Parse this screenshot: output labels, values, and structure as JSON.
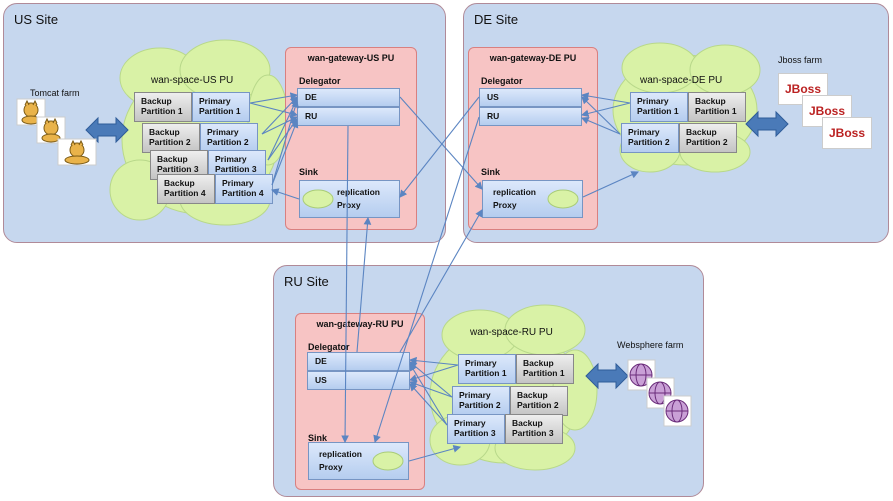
{
  "sites": {
    "us": {
      "title": "US Site",
      "farm_label": "Tomcat farm",
      "space_label": "wan-space-US PU",
      "gateway": {
        "title": "wan-gateway-US PU",
        "delegator_label": "Delegator",
        "delegator_slots": [
          "DE",
          "RU"
        ],
        "sink_label": "Sink",
        "sink_text": [
          "replication",
          "Proxy"
        ]
      },
      "partitions": [
        {
          "left": [
            "Backup",
            "Partition 1"
          ],
          "right": [
            "Primary",
            "Partition 1"
          ]
        },
        {
          "left": [
            "Backup",
            "Partition 2"
          ],
          "right": [
            "Primary",
            "Partition 2"
          ]
        },
        {
          "left": [
            "Backup",
            "Partition 3"
          ],
          "right": [
            "Primary",
            "Partition 3"
          ]
        },
        {
          "left": [
            "Backup",
            "Partition 4"
          ],
          "right": [
            "Primary",
            "Partition 4"
          ]
        }
      ]
    },
    "de": {
      "title": "DE Site",
      "farm_label": "Jboss farm",
      "space_label": "wan-space-DE PU",
      "gateway": {
        "title": "wan-gateway-DE PU",
        "delegator_label": "Delegator",
        "delegator_slots": [
          "US",
          "RU"
        ],
        "sink_label": "Sink",
        "sink_text": [
          "replication",
          "Proxy"
        ]
      },
      "partitions": [
        {
          "left": [
            "Primary",
            "Partition 1"
          ],
          "right": [
            "Backup",
            "Partition 1"
          ]
        },
        {
          "left": [
            "Primary",
            "Partition 2"
          ],
          "right": [
            "Backup",
            "Partition 2"
          ]
        }
      ]
    },
    "ru": {
      "title": "RU Site",
      "farm_label": "Websphere farm",
      "space_label": "wan-space-RU PU",
      "gateway": {
        "title": "wan-gateway-RU PU",
        "delegator_label": "Delegator",
        "delegator_slots": [
          "DE",
          "US"
        ],
        "sink_label": "Sink",
        "sink_text": [
          "replication",
          "Proxy"
        ]
      },
      "partitions": [
        {
          "left": [
            "Primary",
            "Partition 1"
          ],
          "right": [
            "Backup",
            "Partition 1"
          ]
        },
        {
          "left": [
            "Primary",
            "Partition 2"
          ],
          "right": [
            "Backup",
            "Partition 2"
          ]
        },
        {
          "left": [
            "Primary",
            "Partition 3"
          ],
          "right": [
            "Backup",
            "Partition 3"
          ]
        }
      ]
    }
  },
  "jboss_logo_text": "JBoss",
  "colors": {
    "site_bg": "#c6d7ee",
    "site_border": "#b08a98",
    "gateway_bg": "#f7c4c4",
    "cloud_fill": "#d9f2a6",
    "arrow_blue": "#4a7ab8",
    "line_blue": "#5b85c2"
  }
}
